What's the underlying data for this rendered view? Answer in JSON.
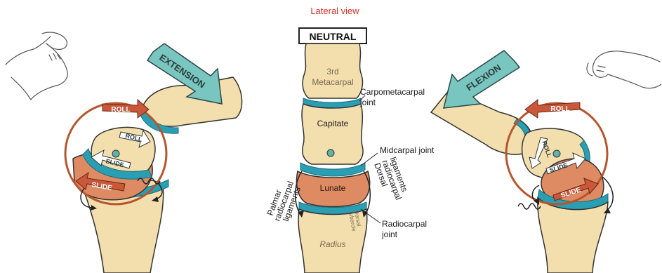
{
  "title": "Lateral view",
  "center": {
    "neutral": "NEUTRAL",
    "metacarpal_line1": "3rd",
    "metacarpal_line2": "Metacarpal",
    "capitate": "Capitate",
    "lunate": "Lunate",
    "radius": "Radius",
    "cmc_line1": "Carpometacarpal",
    "cmc_line2": "joint",
    "midcarpal": "Midcarpal joint",
    "dorsal_line1": "Dorsal",
    "dorsal_line2": "radiocarpal",
    "dorsal_line3": "ligaments",
    "palmar_line1": "Palmar",
    "palmar_line2": "radiocarpal",
    "palmar_line3": "ligaments",
    "dorsal_tubercle_line1": "Dorsal",
    "dorsal_tubercle_line2": "tubercle",
    "radiocarpal_line1": "Radiocarpal",
    "radiocarpal_line2": "joint"
  },
  "left": {
    "motion": "EXTENSION",
    "roll_outer": "ROLL",
    "roll_inner": "ROLL",
    "slide_inner": "SLIDE",
    "slide_outer": "SLIDE"
  },
  "right": {
    "motion": "FLEXION",
    "roll_outer": "ROLL",
    "roll_inner": "ROLL",
    "slide_inner": "SLIDE",
    "slide_outer": "SLIDE"
  },
  "colors": {
    "bone": "#f3dfae",
    "cartilage": "#2a9fb4",
    "lunate": "#de8a62",
    "roll_arrow": "#c9573a",
    "motion_arrow": "#79c6c0",
    "circle": "#b5562f",
    "title": "#d9302c"
  }
}
